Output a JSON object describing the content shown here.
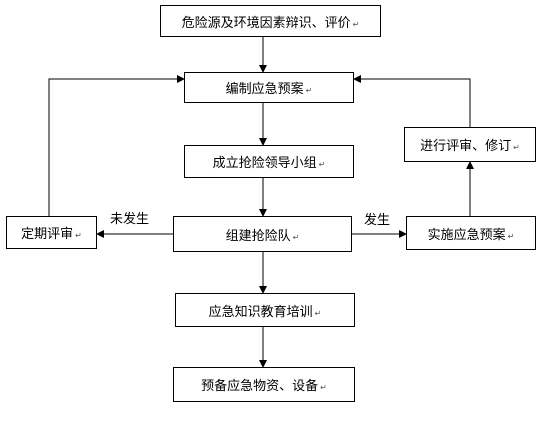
{
  "diagram": {
    "return_mark": "↵",
    "nodes": {
      "hazard_assessment": "危险源及环境因素辩识、评价",
      "prepare_plan": "编制应急预案",
      "form_team": "成立抢险领导小组",
      "build_squad": "组建抢险队",
      "training": "应急知识教育培训",
      "stock_supplies": "预备应急物资、设备",
      "periodic_review": "定期评审",
      "implement_plan": "实施应急预案",
      "review_revise": "进行评审、修订"
    },
    "edge_labels": {
      "not_occurred": "未发生",
      "occurred": "发生"
    }
  }
}
